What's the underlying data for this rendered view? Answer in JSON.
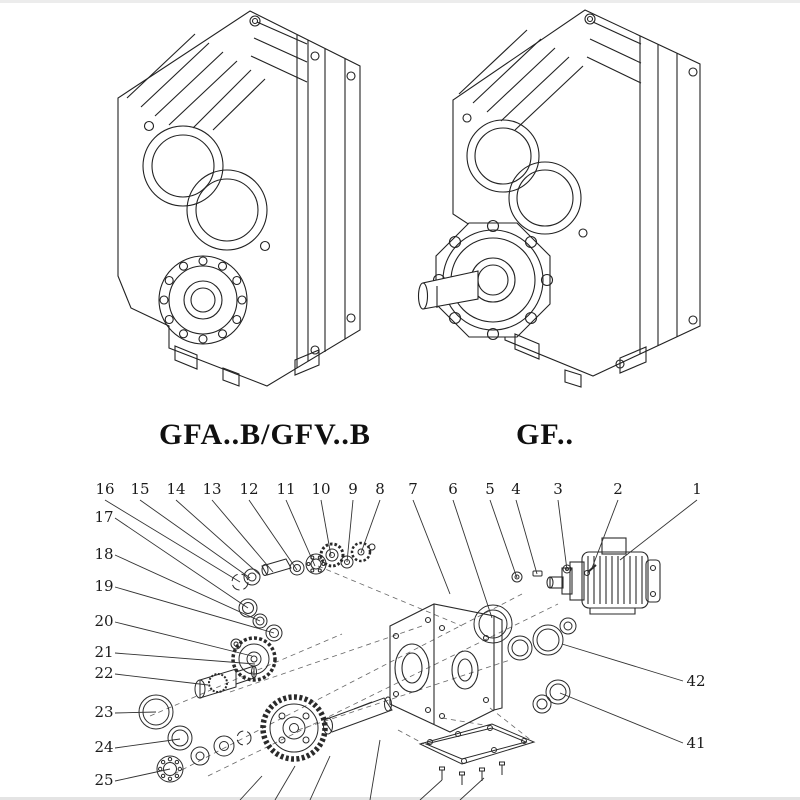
{
  "figure": {
    "left_drawing_name": "gearbox-flange-mounted",
    "right_drawing_name": "gearbox-shaft-mounted"
  },
  "models": [
    {
      "label": "GFA..B/GFV..B"
    },
    {
      "label": "GF.."
    }
  ],
  "exploded": {
    "top": [
      "16",
      "15",
      "14",
      "13",
      "12",
      "11",
      "10",
      "9",
      "8",
      "7",
      "6",
      "5",
      "4",
      "3",
      "2",
      "1"
    ],
    "left": [
      "17",
      "18",
      "19",
      "20",
      "21",
      "22",
      "23",
      "24",
      "25"
    ],
    "right": [
      "42",
      "41"
    ]
  },
  "colors": {
    "line": "#222222",
    "background": "#ffffff"
  }
}
